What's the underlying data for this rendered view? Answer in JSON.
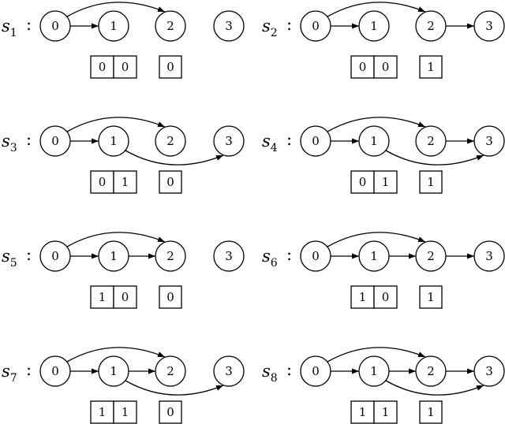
{
  "panels": [
    {
      "state": "s",
      "index": "1",
      "colon": ":",
      "nodes": [
        "0",
        "1",
        "2",
        "3"
      ],
      "edges": [
        [
          "0",
          "1"
        ],
        [
          "0",
          "2"
        ]
      ],
      "bits": [
        "0",
        "0"
      ],
      "out": "0"
    },
    {
      "state": "s",
      "index": "2",
      "colon": ":",
      "nodes": [
        "0",
        "1",
        "2",
        "3"
      ],
      "edges": [
        [
          "0",
          "1"
        ],
        [
          "0",
          "2"
        ],
        [
          "2",
          "3"
        ]
      ],
      "bits": [
        "0",
        "0"
      ],
      "out": "1"
    },
    {
      "state": "s",
      "index": "3",
      "colon": ":",
      "nodes": [
        "0",
        "1",
        "2",
        "3"
      ],
      "edges": [
        [
          "0",
          "1"
        ],
        [
          "0",
          "2"
        ],
        [
          "1",
          "3"
        ]
      ],
      "bits": [
        "0",
        "1"
      ],
      "out": "0"
    },
    {
      "state": "s",
      "index": "4",
      "colon": ":",
      "nodes": [
        "0",
        "1",
        "2",
        "3"
      ],
      "edges": [
        [
          "0",
          "1"
        ],
        [
          "0",
          "2"
        ],
        [
          "1",
          "3"
        ],
        [
          "2",
          "3"
        ]
      ],
      "bits": [
        "0",
        "1"
      ],
      "out": "1"
    },
    {
      "state": "s",
      "index": "5",
      "colon": ":",
      "nodes": [
        "0",
        "1",
        "2",
        "3"
      ],
      "edges": [
        [
          "0",
          "1"
        ],
        [
          "0",
          "2"
        ],
        [
          "1",
          "2"
        ]
      ],
      "bits": [
        "1",
        "0"
      ],
      "out": "0"
    },
    {
      "state": "s",
      "index": "6",
      "colon": ":",
      "nodes": [
        "0",
        "1",
        "2",
        "3"
      ],
      "edges": [
        [
          "0",
          "1"
        ],
        [
          "0",
          "2"
        ],
        [
          "1",
          "2"
        ],
        [
          "2",
          "3"
        ]
      ],
      "bits": [
        "1",
        "0"
      ],
      "out": "1"
    },
    {
      "state": "s",
      "index": "7",
      "colon": ":",
      "nodes": [
        "0",
        "1",
        "2",
        "3"
      ],
      "edges": [
        [
          "0",
          "1"
        ],
        [
          "0",
          "2"
        ],
        [
          "1",
          "2"
        ],
        [
          "1",
          "3"
        ]
      ],
      "bits": [
        "1",
        "1"
      ],
      "out": "0"
    },
    {
      "state": "s",
      "index": "8",
      "colon": ":",
      "nodes": [
        "0",
        "1",
        "2",
        "3"
      ],
      "edges": [
        [
          "0",
          "1"
        ],
        [
          "0",
          "2"
        ],
        [
          "1",
          "2"
        ],
        [
          "1",
          "3"
        ],
        [
          "2",
          "3"
        ]
      ],
      "bits": [
        "1",
        "1"
      ],
      "out": "1"
    }
  ]
}
